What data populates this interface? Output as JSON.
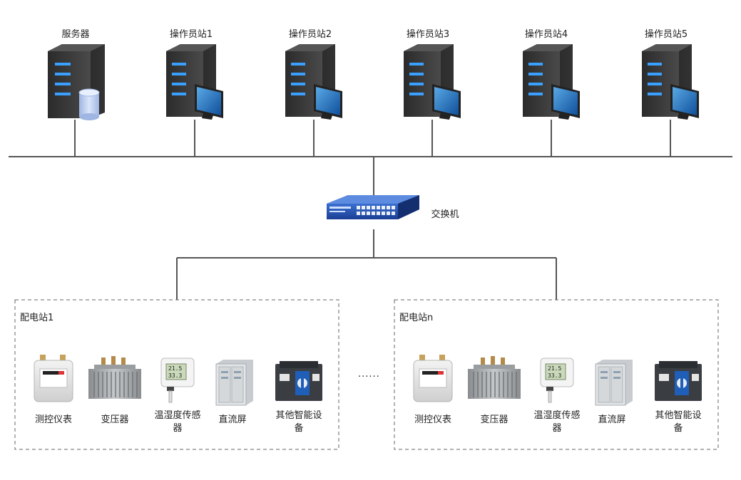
{
  "top_nodes": [
    {
      "label": "服务器",
      "icon": "server-with-database-icon"
    },
    {
      "label": "操作员站1",
      "icon": "workstation-icon"
    },
    {
      "label": "操作员站2",
      "icon": "workstation-icon"
    },
    {
      "label": "操作员站3",
      "icon": "workstation-icon"
    },
    {
      "label": "操作员站4",
      "icon": "workstation-icon"
    },
    {
      "label": "操作员站5",
      "icon": "workstation-icon"
    }
  ],
  "switch": {
    "label": "交换机",
    "icon": "network-switch-icon"
  },
  "stations": [
    {
      "title": "配电站1",
      "devices": [
        {
          "label": "测控仪表",
          "icon": "meter-icon"
        },
        {
          "label": "变压器",
          "icon": "transformer-icon"
        },
        {
          "label": "温湿度传感器",
          "icon": "temperature-humidity-sensor-icon"
        },
        {
          "label": "直流屏",
          "icon": "dc-cabinet-icon"
        },
        {
          "label": "其他智能设备",
          "icon": "transfer-switch-icon"
        }
      ]
    },
    {
      "title": "配电站n",
      "devices": [
        {
          "label": "测控仪表",
          "icon": "meter-icon"
        },
        {
          "label": "变压器",
          "icon": "transformer-icon"
        },
        {
          "label": "温湿度传感器",
          "icon": "temperature-humidity-sensor-icon"
        },
        {
          "label": "直流屏",
          "icon": "dc-cabinet-icon"
        },
        {
          "label": "其他智能设备",
          "icon": "transfer-switch-icon"
        }
      ]
    }
  ],
  "ellipsis": "......",
  "sensor_readings": {
    "temp": "21.5",
    "humidity": "33.3"
  }
}
